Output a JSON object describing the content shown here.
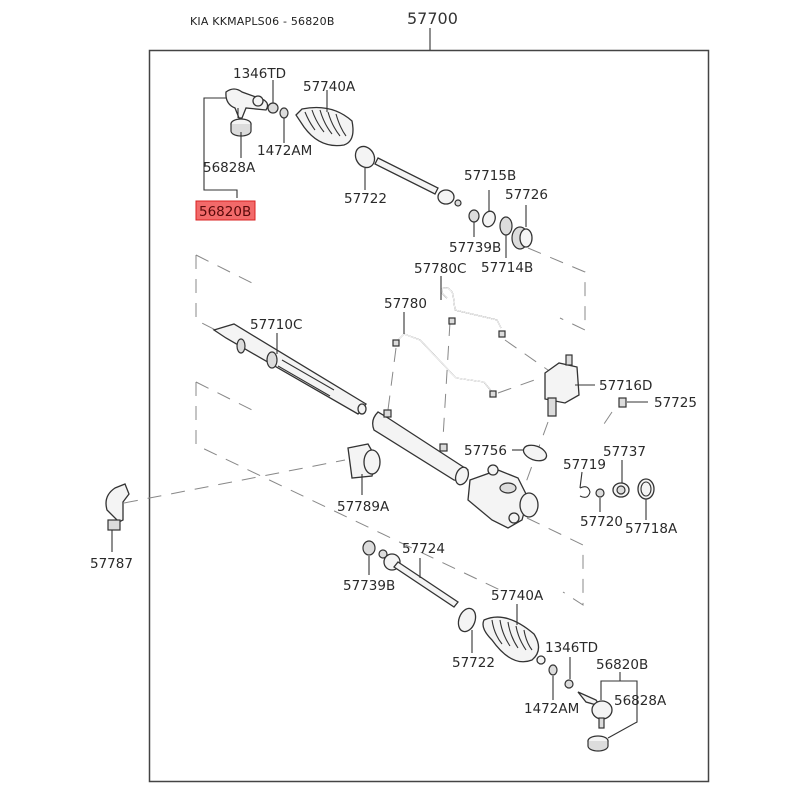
{
  "header": {
    "title": "KIA KKMAPLS06 - 56820B",
    "assembly_number": "57700"
  },
  "highlight_color": "#f26a6a",
  "callouts": {
    "c1346TD_top": "1346TD",
    "c57740A_top": "57740A",
    "c1472AM_top": "1472AM",
    "c56828A_top": "56828A",
    "c56820B_top": "56820B",
    "c57722_top": "57722",
    "c57715B": "57715B",
    "c57726": "57726",
    "c57739B_top": "57739B",
    "c57714B": "57714B",
    "c57780C": "57780C",
    "c57780": "57780",
    "c57710C": "57710C",
    "c57716D": "57716D",
    "c57725": "57725",
    "c57756": "57756",
    "c57737": "57737",
    "c57719": "57719",
    "c57789A": "57789A",
    "c57720": "57720",
    "c57718A": "57718A",
    "c57787": "57787",
    "c57724": "57724",
    "c57739B_bot": "57739B",
    "c57740A_bot": "57740A",
    "c57722_bot": "57722",
    "c1346TD_bot": "1346TD",
    "c56820B_bot": "56820B",
    "c56828A_bot": "56828A",
    "c1472AM_bot": "1472AM"
  }
}
